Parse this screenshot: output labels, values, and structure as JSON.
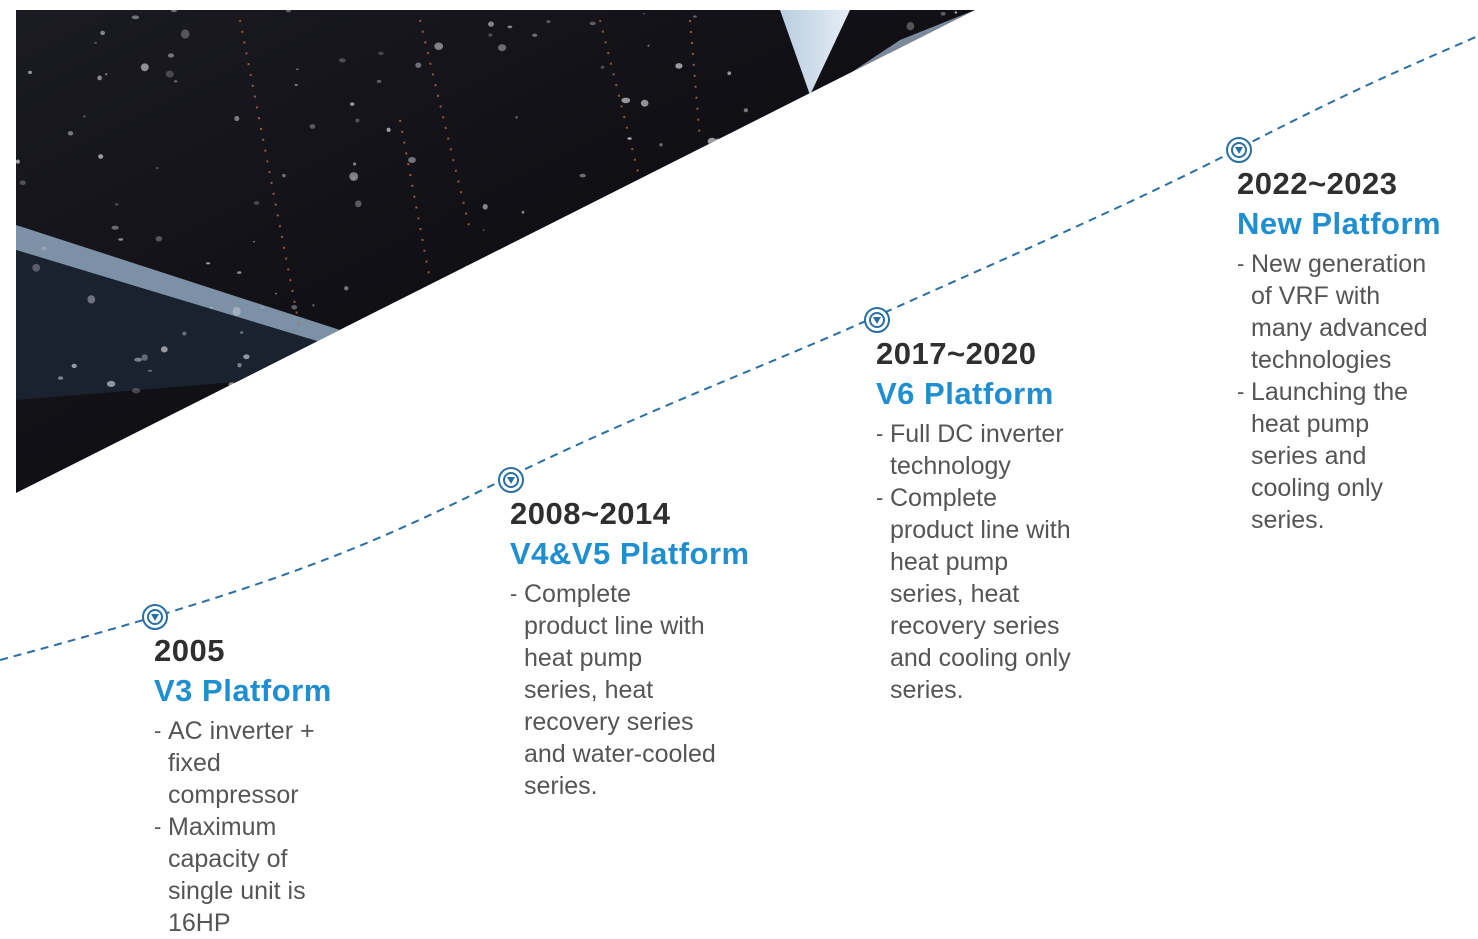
{
  "colors": {
    "accent": "#1f8fd1",
    "year": "#2f2f2f",
    "body": "#555555",
    "line": "#2a6fa3"
  },
  "icons": {
    "node": "circle-target-icon"
  },
  "milestones": [
    {
      "year": "2005",
      "platform": "V3 Platform",
      "bullets": [
        "AC inverter + fixed compressor",
        "Maximum capacity of single unit is 16HP"
      ]
    },
    {
      "year": "2008~2014",
      "platform": "V4&V5 Platform",
      "bullets": [
        "Complete product line with heat pump series, heat recovery series and water-cooled series."
      ]
    },
    {
      "year": "2017~2020",
      "platform": "V6 Platform",
      "bullets": [
        "Full DC inverter technology",
        "Complete product line with heat pump series, heat recovery series and cooling only series."
      ]
    },
    {
      "year": "2022~2023",
      "platform": "New Platform",
      "bullets": [
        "New generation of VRF with many advanced technologies",
        "Launching the heat pump series and cooling only series."
      ]
    }
  ]
}
